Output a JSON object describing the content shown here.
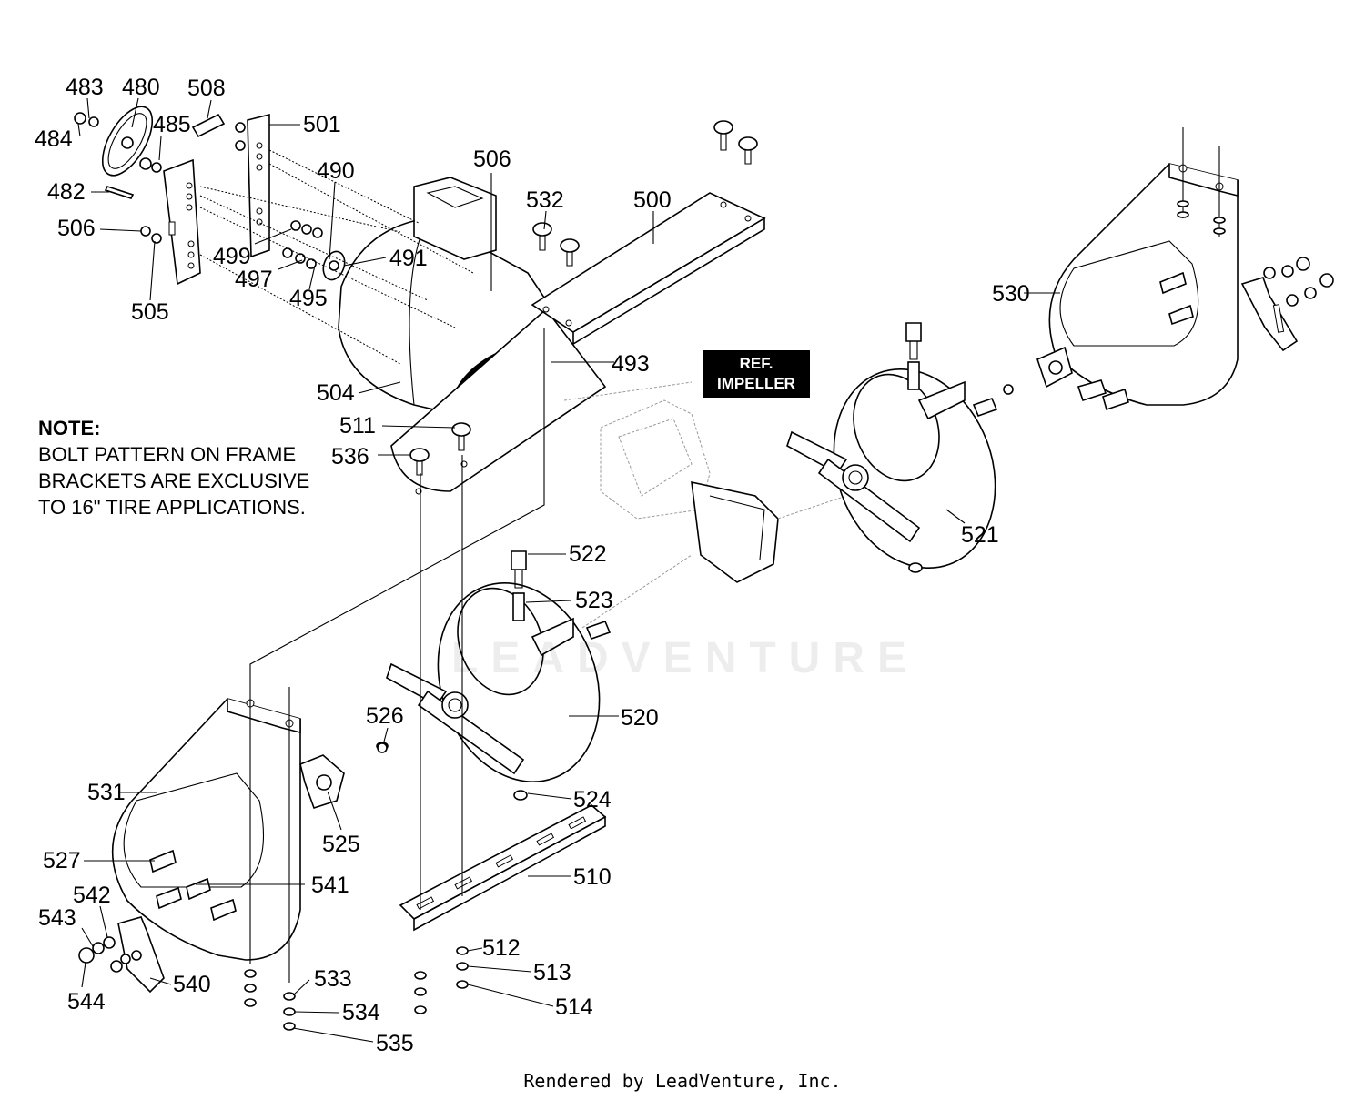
{
  "note": {
    "title": "NOTE:",
    "lines": [
      "BOLT PATTERN ON FRAME",
      "BRACKETS ARE EXCLUSIVE",
      "TO 16\" TIRE APPLICATIONS."
    ]
  },
  "ref_callout": {
    "line1": "REF.",
    "line2": "IMPELLER"
  },
  "watermark": "LEADVENTURE",
  "footer": "Rendered by LeadVenture, Inc.",
  "part_labels": {
    "p480": "480",
    "p482": "482",
    "p483": "483",
    "p484": "484",
    "p485": "485",
    "p490": "490",
    "p491": "491",
    "p493": "493",
    "p495": "495",
    "p497": "497",
    "p499": "499",
    "p500": "500",
    "p501": "501",
    "p504": "504",
    "p505": "505",
    "p506a": "506",
    "p506b": "506",
    "p508": "508",
    "p510": "510",
    "p511": "511",
    "p512": "512",
    "p513": "513",
    "p514": "514",
    "p520": "520",
    "p521": "521",
    "p522": "522",
    "p523": "523",
    "p524": "524",
    "p525": "525",
    "p526": "526",
    "p527": "527",
    "p530": "530",
    "p531": "531",
    "p532": "532",
    "p533": "533",
    "p534": "534",
    "p535": "535",
    "p536": "536",
    "p540": "540",
    "p541": "541",
    "p542": "542",
    "p543": "543",
    "p544": "544"
  }
}
